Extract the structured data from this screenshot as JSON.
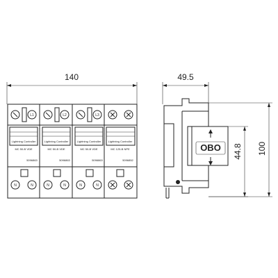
{
  "dimensions": {
    "front_width": "140",
    "side_depth": "49.5",
    "height": "100",
    "inner_height": "44.8"
  },
  "front_view": {
    "modules": [
      {
        "top_label": "L1",
        "line1": "Lightning Controller",
        "line2": "MC 50-B VDE",
        "code": "5096863",
        "bottom_left": "N",
        "bottom_right": "N"
      },
      {
        "top_label": "L2",
        "line1": "Lightning Controller",
        "line2": "MC 50-B VDE",
        "code": "5096863",
        "bottom_left": "N",
        "bottom_right": "N"
      },
      {
        "top_label": "L3",
        "line1": "Lightning Controller",
        "line2": "MC 50-B VDE",
        "code": "5096863",
        "bottom_left": "N",
        "bottom_right": "N"
      },
      {
        "top_label": "",
        "line1": "Lightning Controller",
        "line2": "MC 125-B NPE",
        "code": "5096852",
        "bottom_left": "",
        "bottom_right": ""
      }
    ]
  },
  "side_view": {
    "brand": "OBO"
  },
  "colors": {
    "line": "#222222",
    "background": "#ffffff"
  }
}
